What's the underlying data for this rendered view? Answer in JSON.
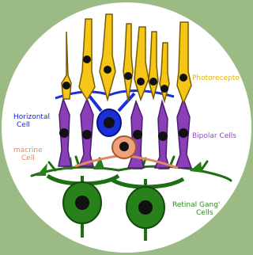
{
  "labels": {
    "photoreceptors": "Photorecepto",
    "horizontal": [
      "Horizontal",
      "Cell"
    ],
    "amacrine": [
      "macrine",
      "Cell"
    ],
    "bipolar": "Bipolar Cells",
    "ganglion": [
      "Retinal Gang'",
      "Cells"
    ]
  },
  "colors": {
    "background": "#9cba84",
    "circle": "#ffffff",
    "photoreceptor": "#f5c518",
    "bipolar": "#8a3fb8",
    "horizontal": "#1a2fd6",
    "amacrine": "#f0a07a",
    "ganglion": "#27801a",
    "nucleus": "#111111"
  }
}
